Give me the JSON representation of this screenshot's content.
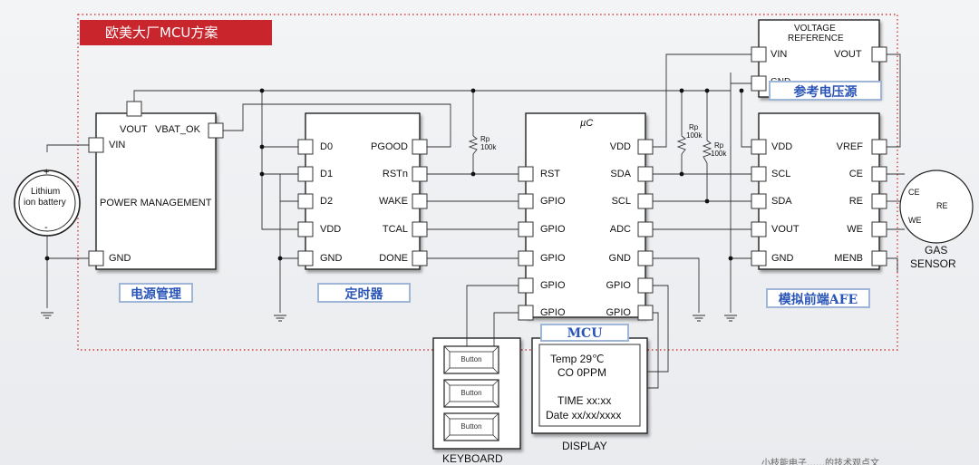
{
  "diagram": {
    "title": "欧美大厂MCU方案",
    "blocks": {
      "battery": {
        "line1": "Lithium",
        "line2": "ion battery",
        "plus": "+",
        "minus": "-"
      },
      "power_management": {
        "name": "POWER MANAGEMENT",
        "pins": {
          "vout": "VOUT",
          "vbat_ok": "VBAT_OK",
          "vin": "VIN",
          "gnd": "GND"
        },
        "label_cn": "电源管理"
      },
      "timer": {
        "pins_left": [
          "D0",
          "D1",
          "D2",
          "VDD",
          "GND"
        ],
        "pins_right": [
          "PGOOD",
          "RSTn",
          "WAKE",
          "TCAL",
          "DONE"
        ],
        "label_cn": "定时器"
      },
      "mcu": {
        "name": "µC",
        "pins_left": [
          "RST",
          "GPIO",
          "GPIO",
          "GPIO",
          "GPIO",
          "GPIO"
        ],
        "pins_right": [
          "VDD",
          "SDA",
          "SCL",
          "ADC",
          "GND",
          "GPIO",
          "GPIO"
        ],
        "label_cn": "MCU"
      },
      "voltage_reference": {
        "name_line1": "VOLTAGE",
        "name_line2": "REFERENCE",
        "pins": {
          "vin": "VIN",
          "vout": "VOUT",
          "gnd": "GND"
        },
        "label_cn": "参考电压源"
      },
      "afe": {
        "pins_left": [
          "VDD",
          "SCL",
          "SDA",
          "VOUT",
          "GND"
        ],
        "pins_right": [
          "VREF",
          "CE",
          "RE",
          "WE",
          "MENB"
        ],
        "label_cn": "模拟前端AFE"
      },
      "gas_sensor": {
        "ce": "CE",
        "re": "RE",
        "we": "WE",
        "name_line1": "GAS",
        "name_line2": "SENSOR"
      },
      "keyboard": {
        "buttons": [
          "Button",
          "Button",
          "Button"
        ],
        "name": "KEYBOARD"
      },
      "display": {
        "lines": [
          "Temp 29℃",
          "CO 0PPM",
          "TIME xx:xx",
          "Date xx/xx/xxxx"
        ],
        "name": "DISPLAY"
      }
    },
    "resistors": [
      {
        "name": "Rp",
        "value": "100k"
      },
      {
        "name": "Rp",
        "value": "100k"
      },
      {
        "name": "Rp",
        "value": "100k"
      }
    ],
    "footer": "小枝能电子……的技术观点文"
  }
}
